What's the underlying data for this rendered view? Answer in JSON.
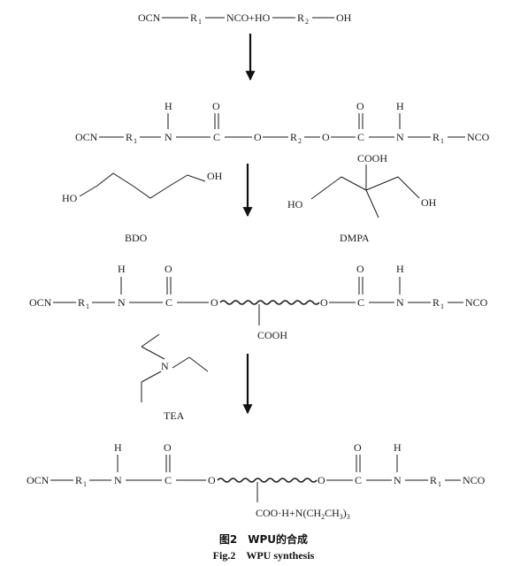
{
  "reaction1": {
    "a": "OCN",
    "r1": "R",
    "r1_sub": "1",
    "b": "NCO",
    "plus": "+",
    "c": "HO",
    "r2": "R",
    "r2_sub": "2",
    "d": "OH"
  },
  "atoms": {
    "H": "H",
    "N": "N",
    "O": "O",
    "C": "C",
    "OCN": "OCN",
    "NCO": "NCO",
    "R": "R",
    "sub1": "1",
    "sub2": "2"
  },
  "bdo": {
    "ho": "HO",
    "oh": "OH",
    "label": "BDO"
  },
  "dmpa": {
    "cooh": "COOH",
    "ho": "HO",
    "oh": "OH",
    "label": "DMPA"
  },
  "row3": {
    "cooh": "COOH"
  },
  "tea": {
    "n": "N",
    "label": "TEA"
  },
  "row4": {
    "salt_a": "COO",
    "salt_b": "H+N(CH",
    "salt_s1": "2",
    "salt_c": "CH",
    "salt_s2": "3",
    "salt_d": ")",
    "salt_s3": "3"
  },
  "caption": {
    "cn": "图2　WPU的合成",
    "en": "Fig.2　WPU synthesis"
  }
}
